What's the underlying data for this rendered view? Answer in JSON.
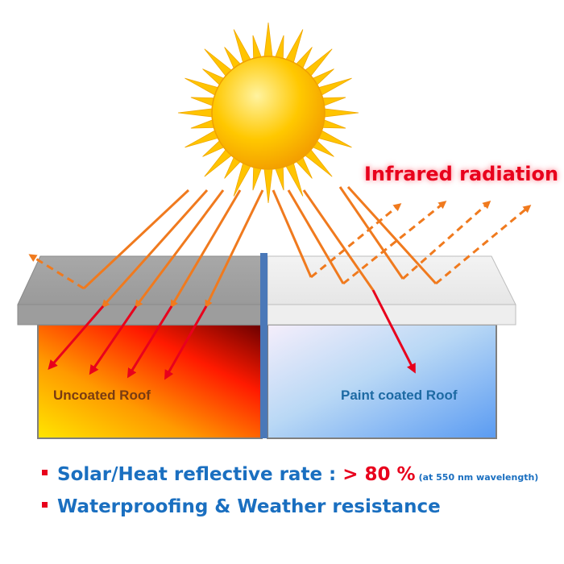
{
  "infrared_label": "Infrared  radiation",
  "roof_labels": {
    "uncoated": "Uncoated  Roof",
    "coated": "Paint coated Roof"
  },
  "bullets": [
    {
      "text": "Solar/Heat reflective rate : ",
      "value": "> 80 %",
      "note": "(at 550 nm wavelength)"
    },
    {
      "text": "Waterproofing & Weather resistance"
    }
  ],
  "colors": {
    "sun_core": "#ffd200",
    "sun_rays": "#ffc400",
    "ray_arrows": "#f07a1e",
    "transmitted_arrows": "#e8001c",
    "roof_slab": "#a6a6a6",
    "divider": "#4a78b8",
    "ir_label": "#e8001c",
    "bullet_text": "#1a6fc0"
  }
}
